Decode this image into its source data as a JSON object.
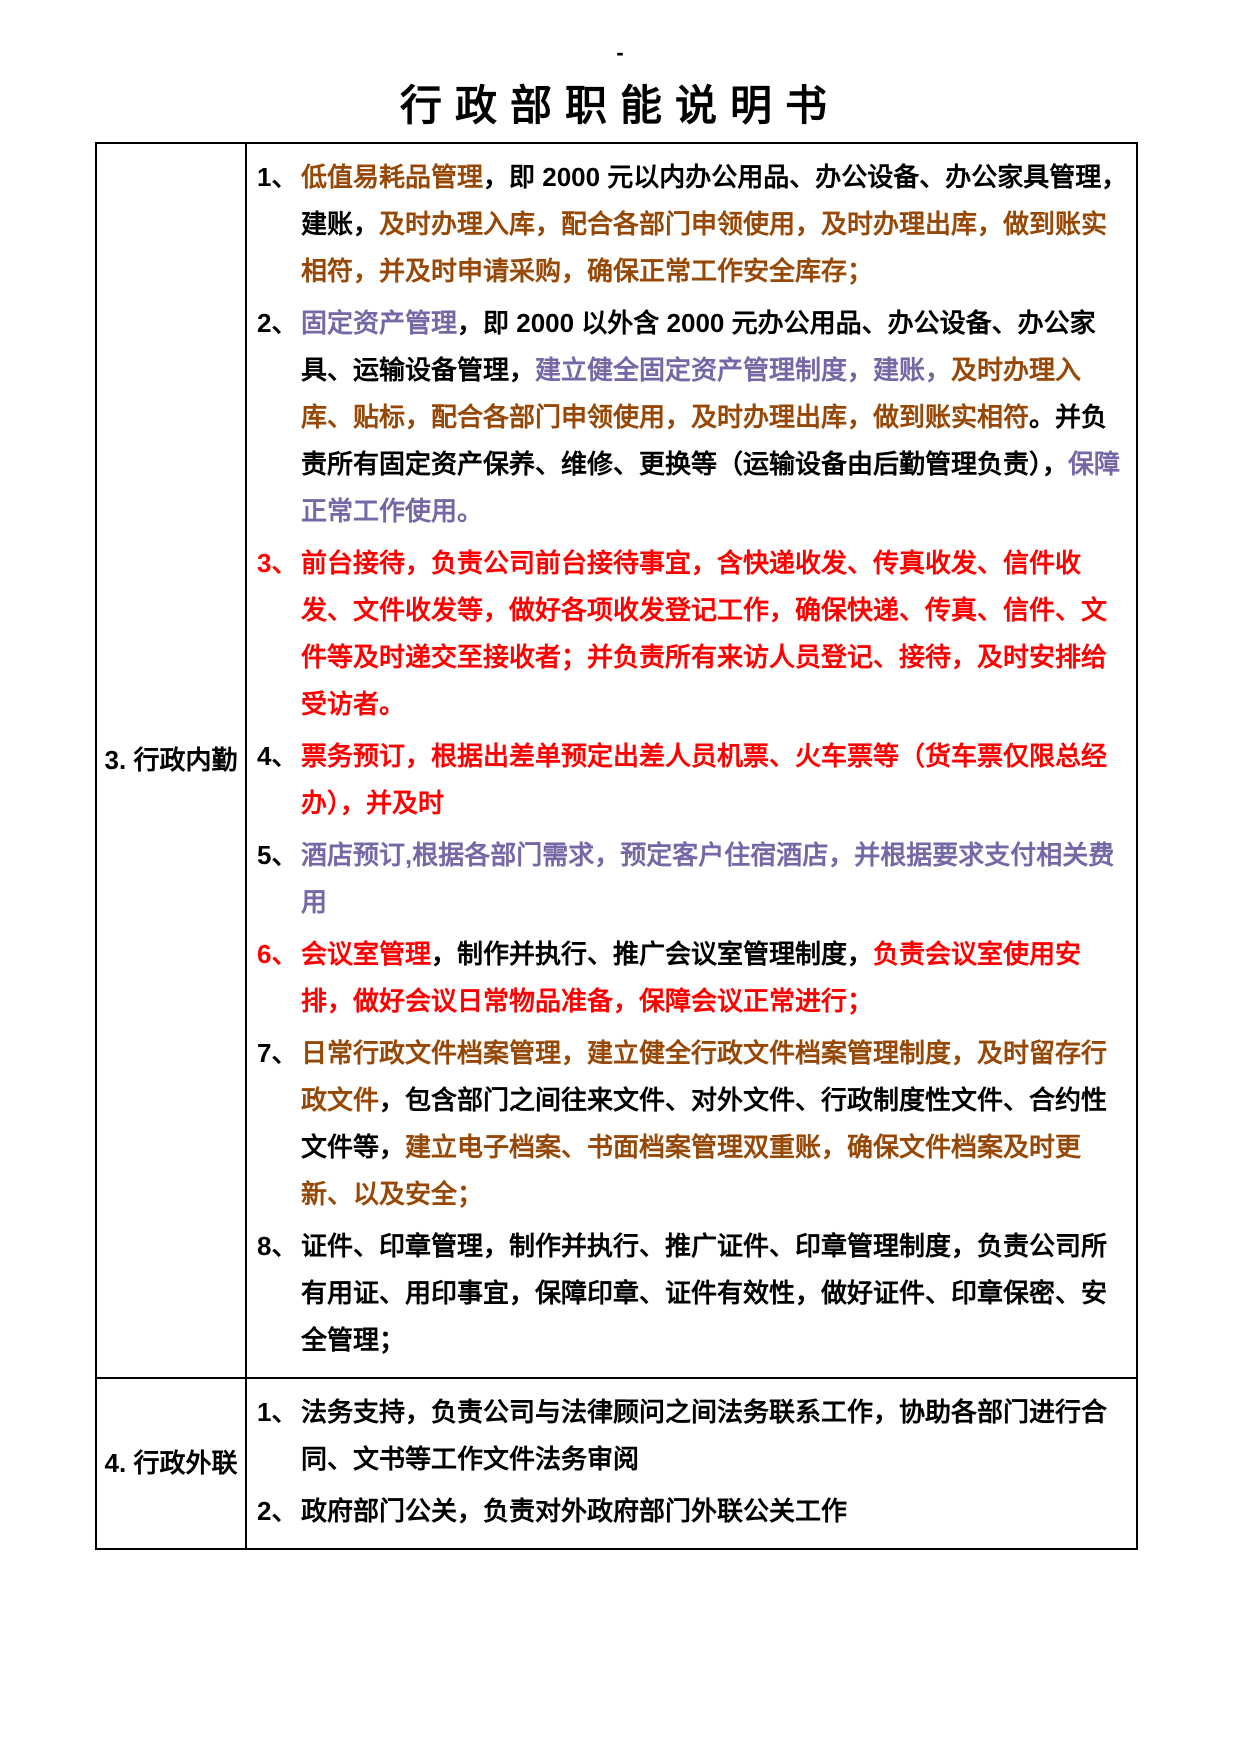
{
  "header": {
    "dash": "-"
  },
  "title": "行政部职能说明书",
  "colors": {
    "black": "#000000",
    "orange": "#974806",
    "purple": "#7667A6",
    "red": "#FF0000"
  },
  "table": {
    "sections": [
      {
        "label": "3. 行政内勤",
        "items": [
          {
            "number": "1、",
            "number_color": "black",
            "runs": [
              {
                "text": "低值易耗品管理",
                "color": "orange"
              },
              {
                "text": "，即 2000 元以内办公用品、办公设备、办公家具管理，建账，",
                "color": "black"
              },
              {
                "text": "及时办理入库，配合各部门申领使用，及时办理出库，做到账实相符，并及时申请采购，确保正常工作安全库存；",
                "color": "orange"
              }
            ]
          },
          {
            "number": "2、",
            "number_color": "black",
            "runs": [
              {
                "text": "固定资产管理",
                "color": "purple"
              },
              {
                "text": "，即 2000 以外含 2000 元办公用品、办公设备、办公家具、运输设备管理，",
                "color": "black"
              },
              {
                "text": "建立健全固定资产管理制度，建账，",
                "color": "purple"
              },
              {
                "text": "及时办理入库、贴标，配合各部门申领使用，及时办理出库，做到账实相符",
                "color": "orange"
              },
              {
                "text": "。并负责所有固定资产保养、维修、更换等（运输设备由后勤管理负责），",
                "color": "black"
              },
              {
                "text": "保障正常工作使用。",
                "color": "purple"
              }
            ]
          },
          {
            "number": "3、",
            "number_color": "red",
            "runs": [
              {
                "text": "前台接待，负责公司前台接待事宜，含快递收发、传真收发、信件收发、文件收发等，做好各项收发登记工作，确保快递、传真、信件、文件等及时递交至接收者；并负责所有来访人员登记、接待，及时安排给受访者。",
                "color": "red"
              }
            ]
          },
          {
            "number": "4、",
            "number_color": "black",
            "runs": [
              {
                "text": "票务预订，根据出差单预定出差人员机票、火车票等（货车票仅限总经办），并及时",
                "color": "red"
              }
            ]
          },
          {
            "number": "5、",
            "number_color": "black",
            "runs": [
              {
                "text": "酒店预订,根据各部门需求，预定客户住宿酒店，并根据要求支付相关费用",
                "color": "purple"
              }
            ]
          },
          {
            "number": "6、",
            "number_color": "red",
            "runs": [
              {
                "text": "会议室管理",
                "color": "red"
              },
              {
                "text": "，制作并执行、推广会议室管理制度，",
                "color": "black"
              },
              {
                "text": "负责会议室使用安排，做好会议日常物品准备，保障会议正常进行；",
                "color": "red"
              }
            ]
          },
          {
            "number": "7、",
            "number_color": "black",
            "runs": [
              {
                "text": "日常行政文件档案管理，建立健全行政文件档案管理制度，及时留存行政文件",
                "color": "orange"
              },
              {
                "text": "，包含部门之间往来文件、对外文件、行政制度性文件、合约性文件等，",
                "color": "black"
              },
              {
                "text": "建立电子档案、书面档案管理双重账，确保文件档案及时更新、以及安全；",
                "color": "orange"
              }
            ]
          },
          {
            "number": "8、",
            "number_color": "black",
            "runs": [
              {
                "text": "证件、印章管理，制作并执行、推广证件、印章管理制度，负责公司所有用证、用印事宜，保障印章、证件有效性，做好证件、印章保密、安全管理；",
                "color": "black"
              }
            ]
          }
        ]
      },
      {
        "label": "4. 行政外联",
        "items": [
          {
            "number": "1、",
            "number_color": "black",
            "runs": [
              {
                "text": "法务支持，负责公司与法律顾问之间法务联系工作，协助各部门进行合同、文书等工作文件法务审阅",
                "color": "black"
              }
            ]
          },
          {
            "number": "2、",
            "number_color": "black",
            "runs": [
              {
                "text": "政府部门公关，负责对外政府部门外联公关工作",
                "color": "black"
              }
            ]
          }
        ]
      }
    ]
  }
}
